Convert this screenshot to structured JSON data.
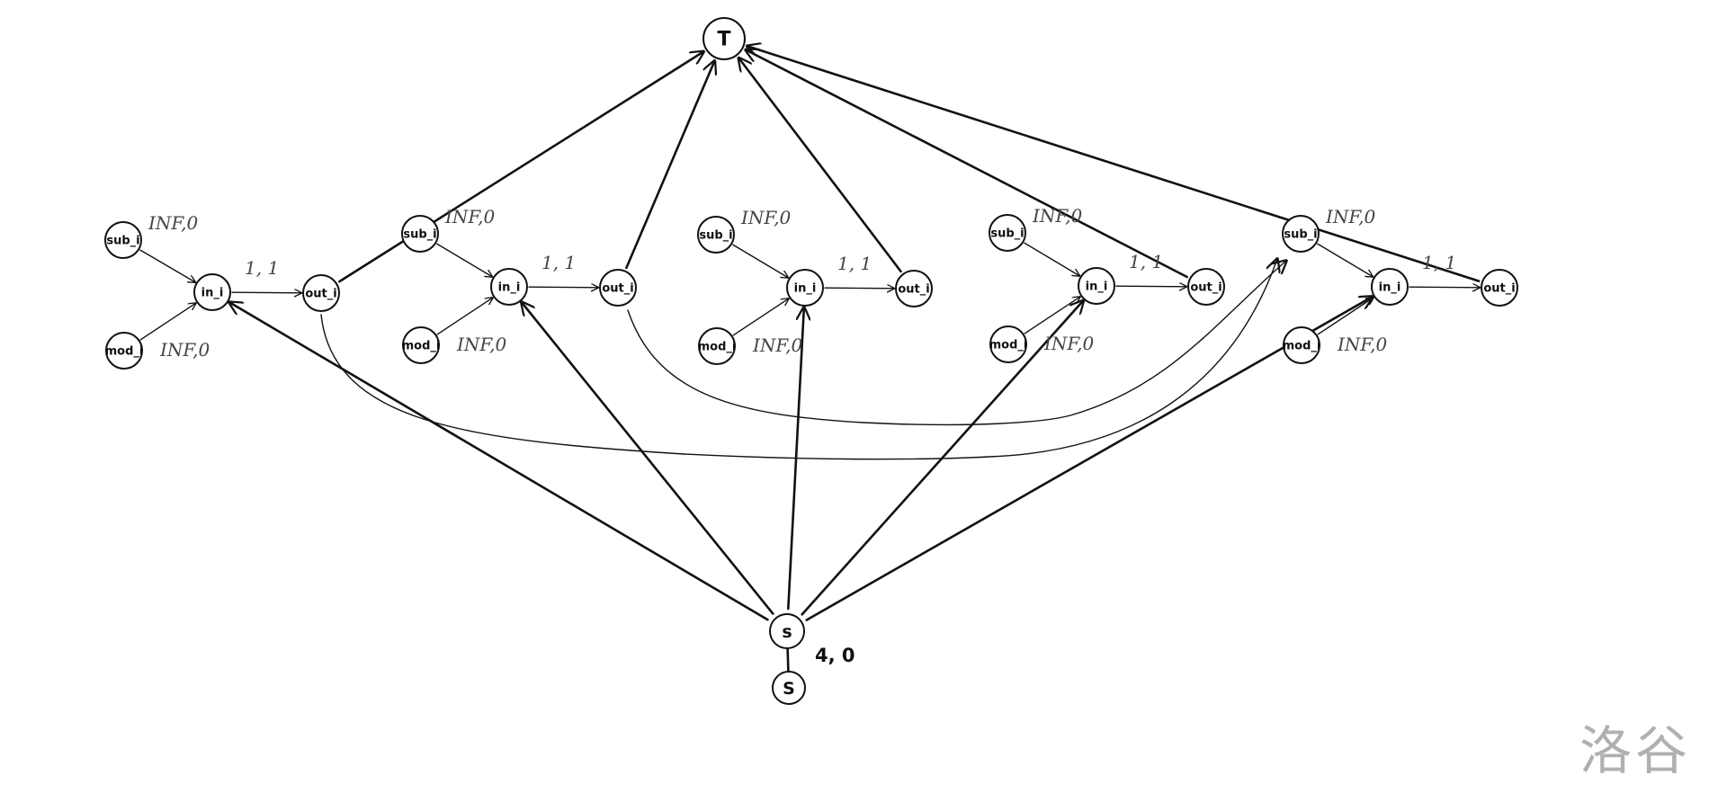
{
  "diagram": {
    "source_label": "s",
    "super_source_label": "S",
    "sink_label": "T",
    "source_edge_label": "4, 0",
    "group_node_labels": {
      "sub": "sub_i",
      "mod": "mod_i",
      "in": "in_i",
      "out": "out_i"
    },
    "sub_edge_label": "INF,0",
    "mod_edge_label": "INF,0",
    "in_out_edge_label": "1, 1",
    "group_count": 5
  },
  "watermark": "洛谷"
}
